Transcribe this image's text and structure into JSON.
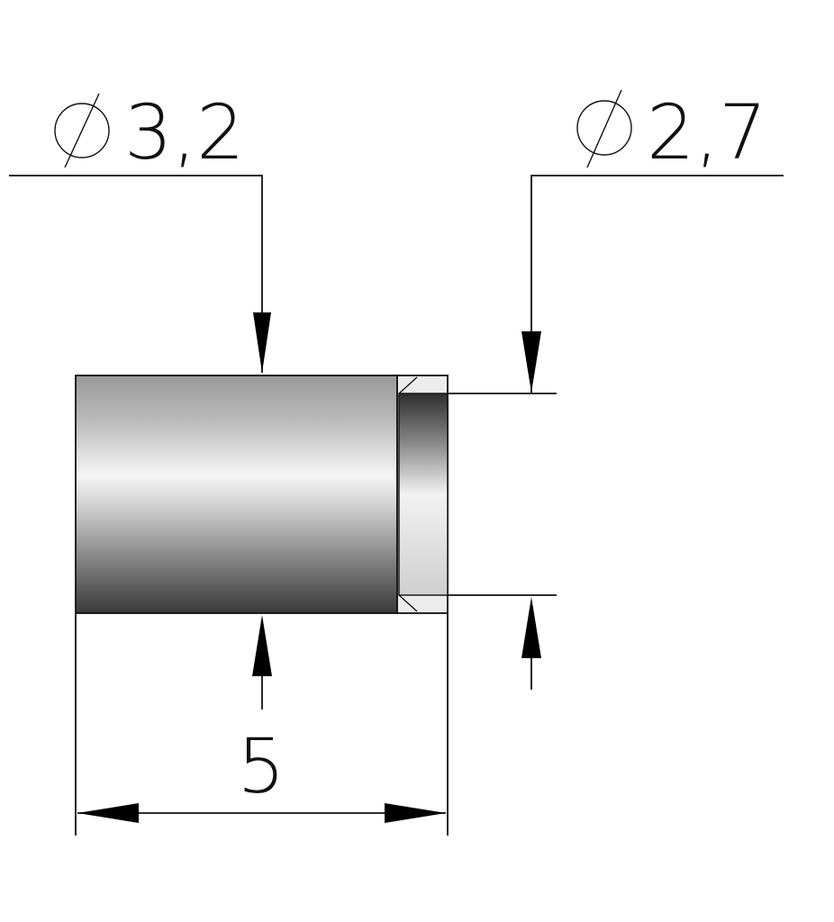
{
  "dimensions": {
    "outer_diameter": {
      "symbol": "⌀",
      "value": "3,2"
    },
    "inner_diameter": {
      "symbol": "⌀",
      "value": "2,7"
    },
    "length": {
      "value": "5"
    }
  },
  "colors": {
    "line": "#111111",
    "body_dark": "#3a3a3a",
    "body_light": "#f7f7f7",
    "bore_dark": "#2e2e2e",
    "bore_light": "#fafafa"
  }
}
